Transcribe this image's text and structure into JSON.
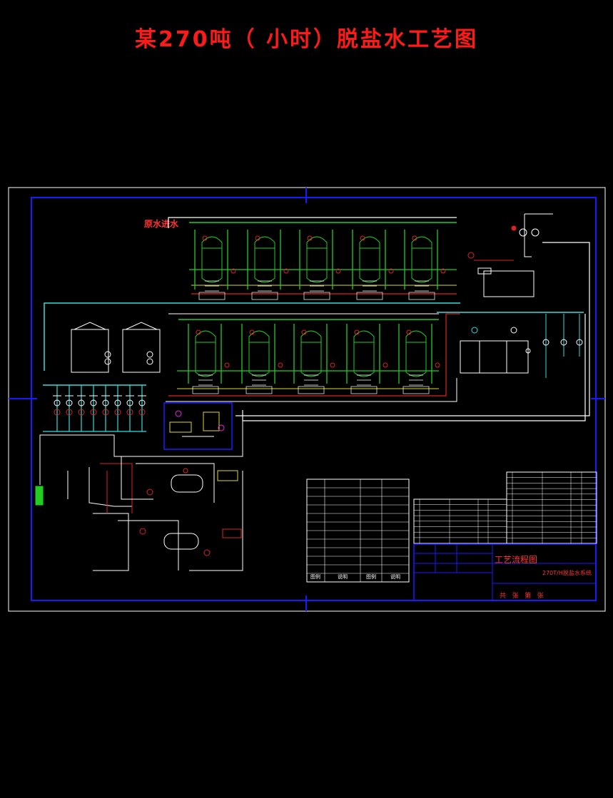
{
  "page": {
    "title": "某270吨（ 小时）脱盐水工艺图"
  },
  "drawing": {
    "raw_water_inlet_label": "原水进水",
    "title_block": {
      "drawing_name": "工艺流程图",
      "system_name": "270T/H脱盐水系统",
      "sheet_footer": "共   张   第   张"
    },
    "legend_header_cols": [
      "图例",
      "说明",
      "图例",
      "说明"
    ]
  },
  "colors": {
    "background": "#000000",
    "title": "#ff1a1a",
    "frame": "#1a1aff",
    "outer_frame": "#ffffff",
    "pipe_green": "#22cc22",
    "pipe_cyan": "#33dddd",
    "pipe_red": "#dd2222",
    "pipe_yellow": "#dddd22",
    "pipe_white": "#ffffff",
    "pipe_magenta": "#ee22ee"
  }
}
